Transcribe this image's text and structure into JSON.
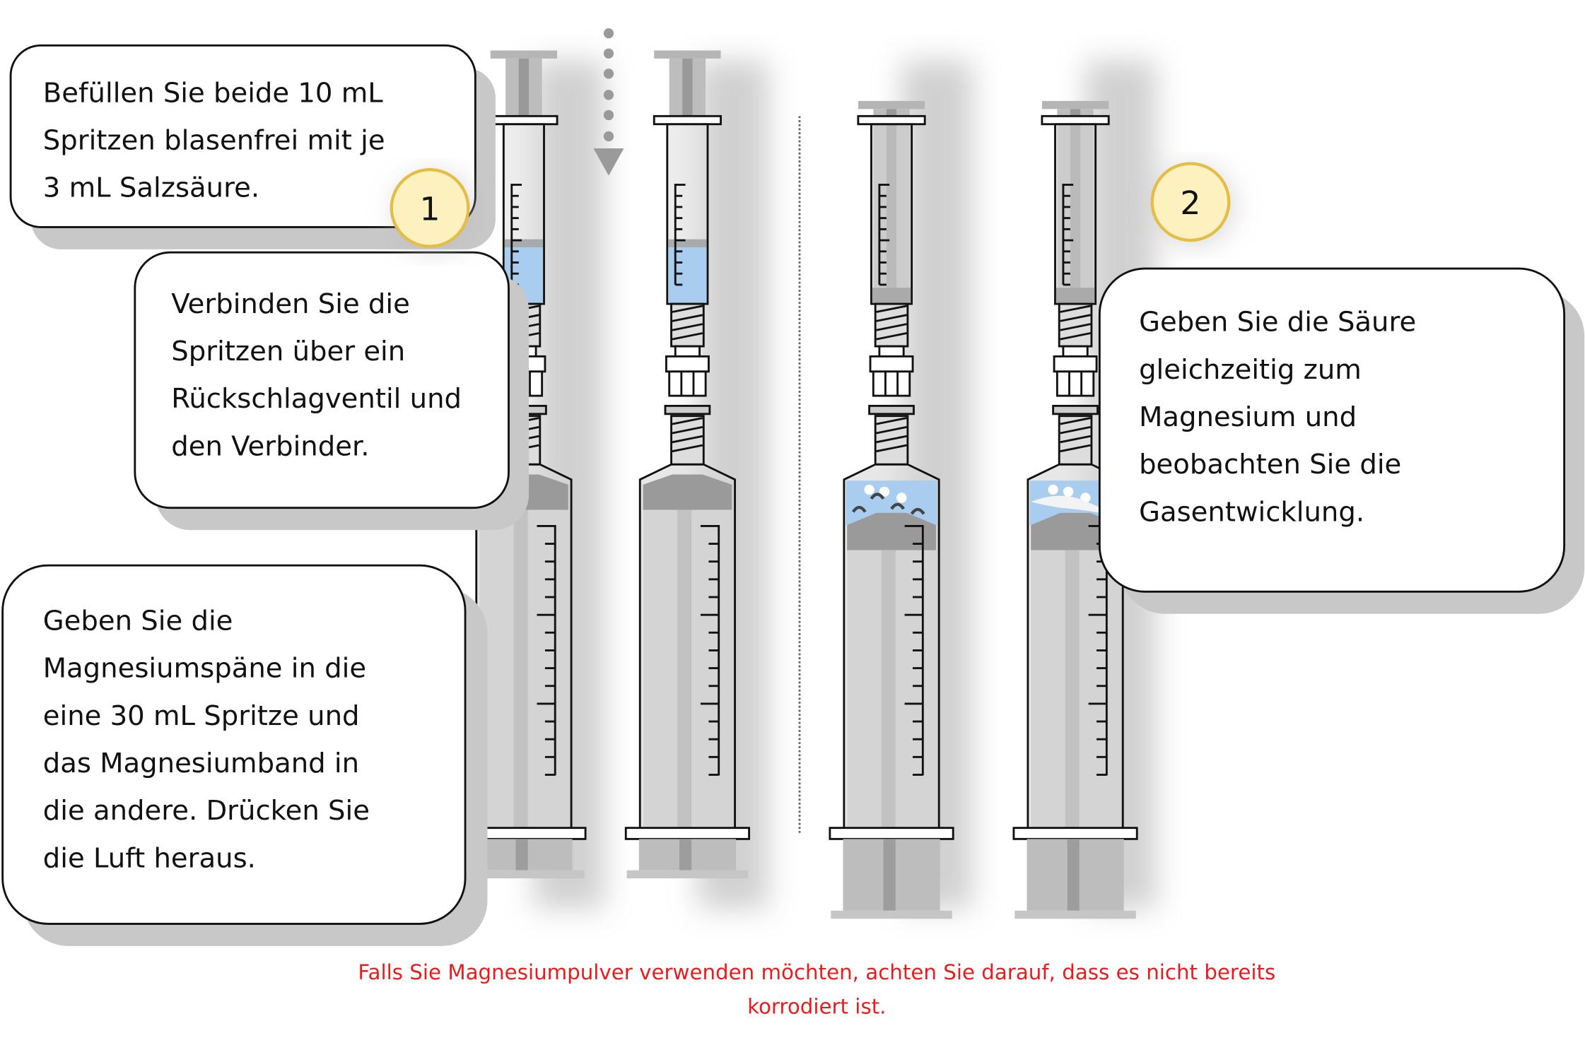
{
  "steps": [
    {
      "lines": [
        "Befüllen Sie beide 10 mL",
        "Spritzen blasenfrei mit je",
        "3 mL Salzsäure."
      ]
    },
    {
      "lines": [
        "Verbinden Sie die",
        "Spritzen über ein",
        "Rückschlagventil und",
        "den Verbinder."
      ]
    },
    {
      "lines": [
        "Geben Sie die",
        "Magnesiumspäne in die",
        "eine 30 mL Spritze und",
        "das Magnesiumband in",
        "die andere. Drücken Sie",
        "die Luft heraus."
      ]
    },
    {
      "lines": [
        "Geben Sie die Säure",
        "gleichzeitig zum",
        "Magnesium und",
        "beobachten Sie die",
        "Gasentwicklung."
      ]
    }
  ],
  "badges": [
    "1",
    "2"
  ],
  "note": {
    "lines": [
      "Falls Sie Magnesiumpulver verwenden möchten, achten Sie darauf, dass es nicht bereits",
      "korrodiert ist."
    ]
  },
  "colors": {
    "liquid": "#a9cdee",
    "badge_fill": "#fdf1bf",
    "badge_stroke": "#e3bd45",
    "note": "#e41e1e"
  }
}
